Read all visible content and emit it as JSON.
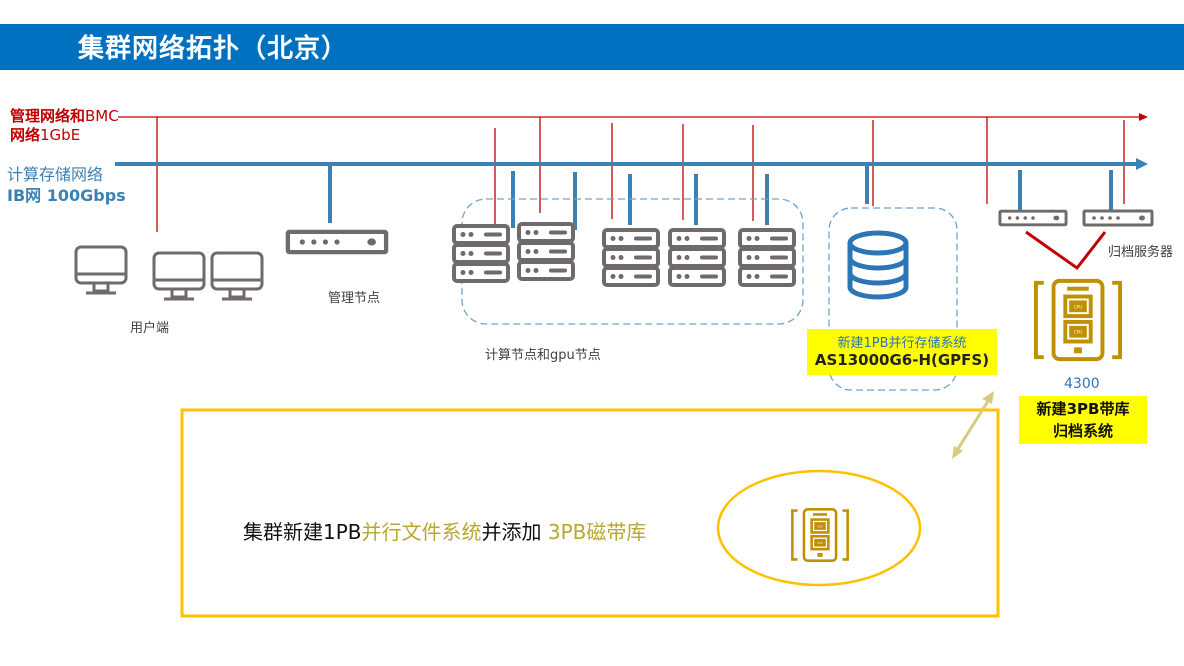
{
  "title": "集群网络拓扑（北京）",
  "networks": {
    "mgmt": {
      "label_bold": "管理网络和",
      "label_rest": "BMC",
      "label2_bold": "网络",
      "label2_rest": "1GbE",
      "color": "#c00000"
    },
    "ib": {
      "label": "计算存储网络",
      "label2": "IB网 100Gbps",
      "color": "#3b82b4"
    }
  },
  "nodes": {
    "users": "用户端",
    "mgmt_node": "管理节点",
    "compute": "计算节点和gpu节点",
    "archive_servers": "归档服务器"
  },
  "storage": {
    "line1": "新建1PB并行存储系统",
    "line2": "AS13000G6-H(GPFS)"
  },
  "tape": {
    "model": "4300",
    "line1_pre": "新建",
    "line1_bold": "3PB",
    "line1_post": "带库",
    "line2": "归档系统"
  },
  "summary": {
    "part1": "集群新建1PB",
    "part2": "并行文件系统",
    "part3": "并添加 ",
    "part4": "3PB磁带库"
  },
  "colors": {
    "banner": "#0070c0",
    "mgmt": "#c00000",
    "ib": "#3b82b4",
    "icon_gray": "#6f6b6a",
    "tape_gold": "#c09000",
    "highlight": "#ffff00",
    "box_border": "#ffc000"
  }
}
